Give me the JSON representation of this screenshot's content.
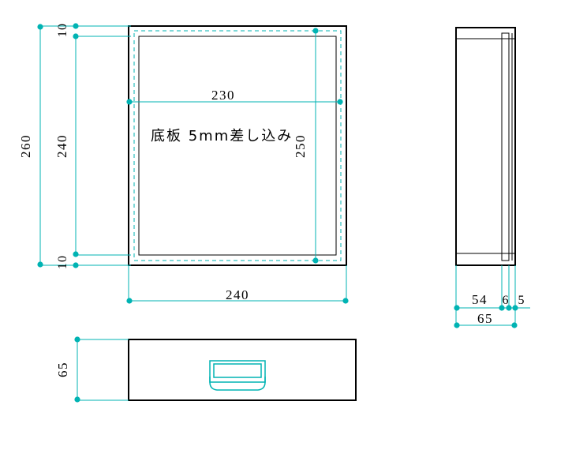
{
  "drawing": {
    "title": "Drawer cabinet technical drawing",
    "colors": {
      "outline": "#000000",
      "dimension": "#00b3b3",
      "hidden": "#00b3b3",
      "background": "#ffffff"
    },
    "note": "底板 5mm差し込み",
    "views": [
      {
        "id": "front-view",
        "label": "front-view"
      },
      {
        "id": "side-view",
        "label": "side-view"
      },
      {
        "id": "bottom-view",
        "label": "bottom-view"
      }
    ],
    "dimensions": {
      "overall_height": "260",
      "inner_height": "240",
      "top_offset": "10",
      "bottom_offset": "10",
      "inner_width": "230",
      "inner_depth": "250",
      "overall_width": "240",
      "bottom_view_height": "65",
      "side_main": "54",
      "side_gap": "6",
      "side_panel": "5",
      "side_total": "65"
    }
  }
}
